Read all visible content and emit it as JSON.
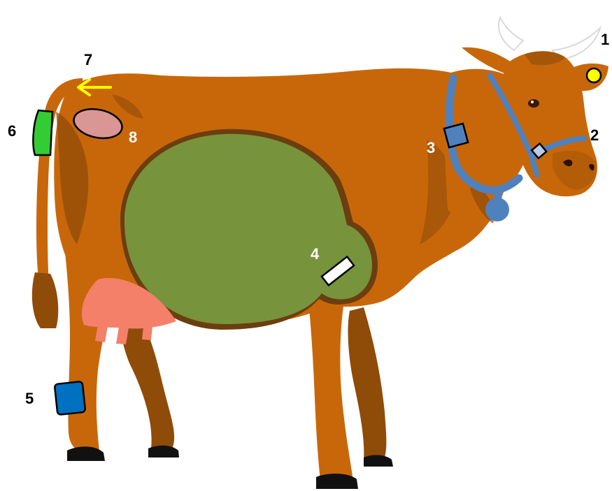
{
  "labels": {
    "l1": "1",
    "l2": "2",
    "l3": "3",
    "l4": "4",
    "l5": "5",
    "l6": "6",
    "l7": "7",
    "l8": "8"
  },
  "colors": {
    "body": "#c8670a",
    "body_dark": "#8f4b08",
    "rumen": "#77933c",
    "rumen_outline": "#6b3e0f",
    "udder": "#f4806a",
    "halter": "#4f81bd",
    "ear_tag": "#ffff00",
    "leg_band": "#0070c0",
    "tail_sensor": "#33cc33",
    "rump_patch": "#d99694",
    "arrow": "#ffff00",
    "hoof": "#111111",
    "horn": "#ffffff",
    "label_dark": "#000000",
    "label_light": "#ffffff"
  },
  "icons": {
    "ear_tag": "ear-tag-sensor-icon",
    "halter_sensor": "halter-sensor-icon",
    "neck_collar": "neck-collar-sensor-icon",
    "bolus": "rumen-bolus-icon",
    "leg_band": "leg-band-pedometer-icon",
    "tail_sensor": "tail-sensor-icon",
    "arrow": "tail-raise-arrow-icon",
    "rump_patch": "rump-patch-icon"
  }
}
